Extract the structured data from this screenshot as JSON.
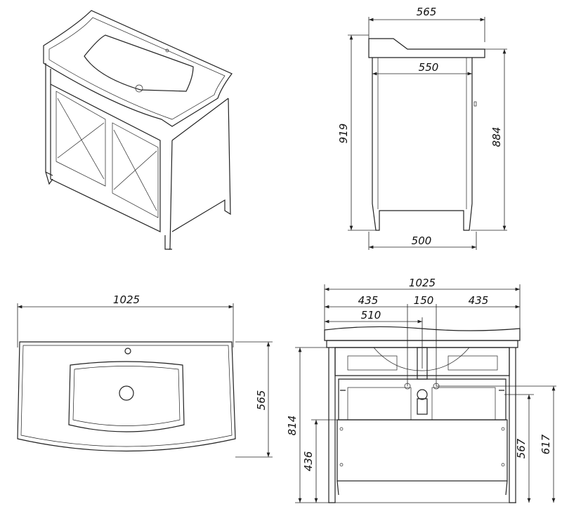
{
  "side_view": {
    "top_width": "565",
    "inner_width": "550",
    "total_height": "919",
    "body_height": "884",
    "base_width": "500"
  },
  "top_view": {
    "width": "1025",
    "depth": "565"
  },
  "front_view": {
    "width": "1025",
    "left_offset": "435",
    "center_gap": "150",
    "right_offset": "435",
    "drain_offset": "510",
    "height": "814",
    "shelf_height": "436",
    "lower_pipe_height": "567",
    "upper_pipe_height": "617"
  },
  "colors": {
    "line": "#222222",
    "background": "#ffffff"
  }
}
